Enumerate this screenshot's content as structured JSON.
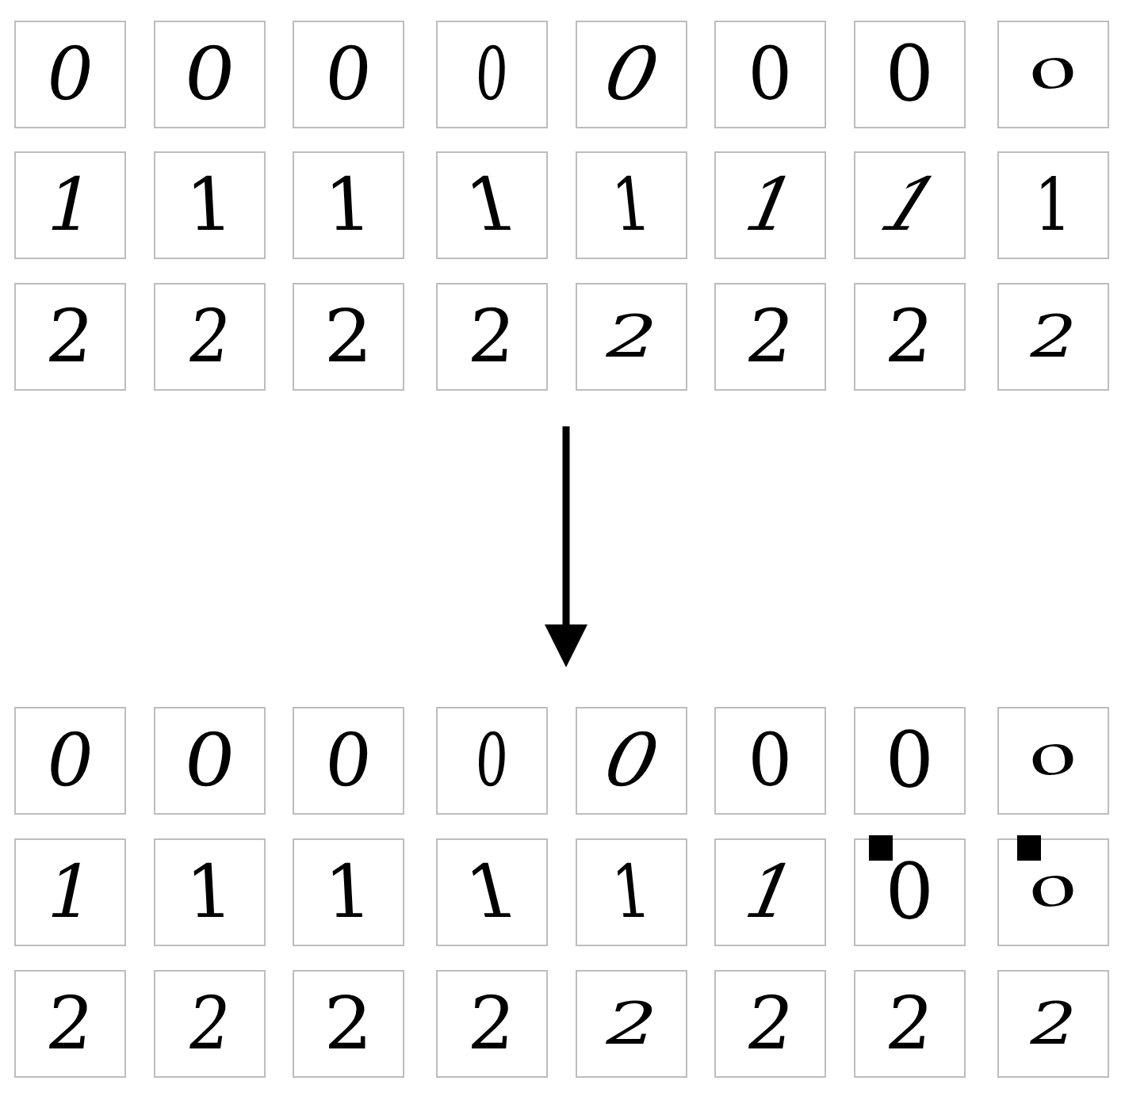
{
  "diagram": {
    "labels": [
      "0",
      "0",
      "0",
      "0",
      "0",
      "0",
      "0",
      "0",
      "1",
      "1",
      "1",
      "1",
      "1",
      "1",
      "1",
      "1",
      "2",
      "2",
      "2",
      "2",
      "2",
      "2",
      "2",
      "2",
      "0",
      "0",
      "0",
      "0",
      "0",
      "0",
      "0",
      "0",
      "1",
      "1",
      "1",
      "1",
      "1",
      "1",
      "0",
      "0",
      "2",
      "2",
      "2",
      "2",
      "2",
      "2",
      "2",
      "2"
    ]
  }
}
